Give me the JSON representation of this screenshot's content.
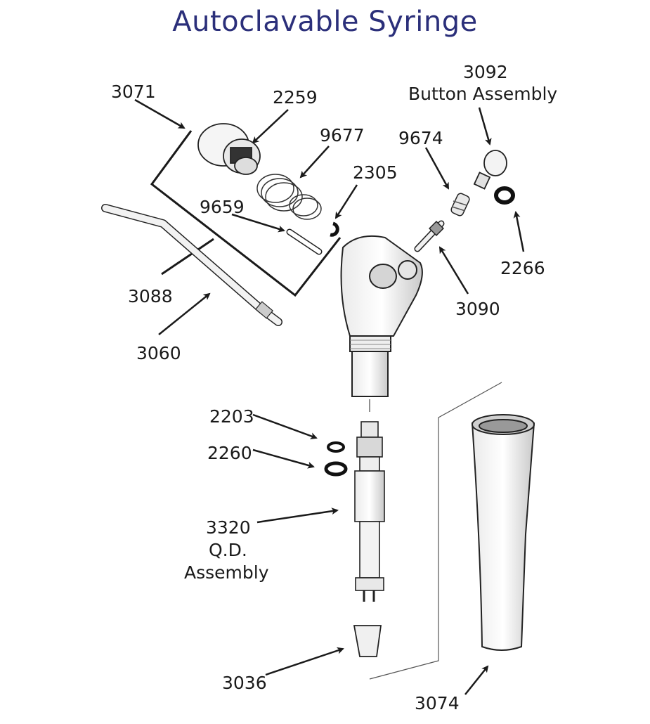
{
  "title": "Autoclavable Syringe",
  "labels": {
    "p3071": "3071",
    "p2259": "2259",
    "p9677": "9677",
    "p3092": "3092",
    "p3092_desc": "Button Assembly",
    "p9674": "9674",
    "p2305": "2305",
    "p9659": "9659",
    "p2266": "2266",
    "p3088": "3088",
    "p3090": "3090",
    "p3060": "3060",
    "p2203": "2203",
    "p2260": "2260",
    "p3320": "3320",
    "p3320_desc1": "Q.D.",
    "p3320_desc2": "Assembly",
    "p3036": "3036",
    "p3074": "3074"
  },
  "colors": {
    "title": "#2b2f7a",
    "ink": "#1a1a1a"
  }
}
